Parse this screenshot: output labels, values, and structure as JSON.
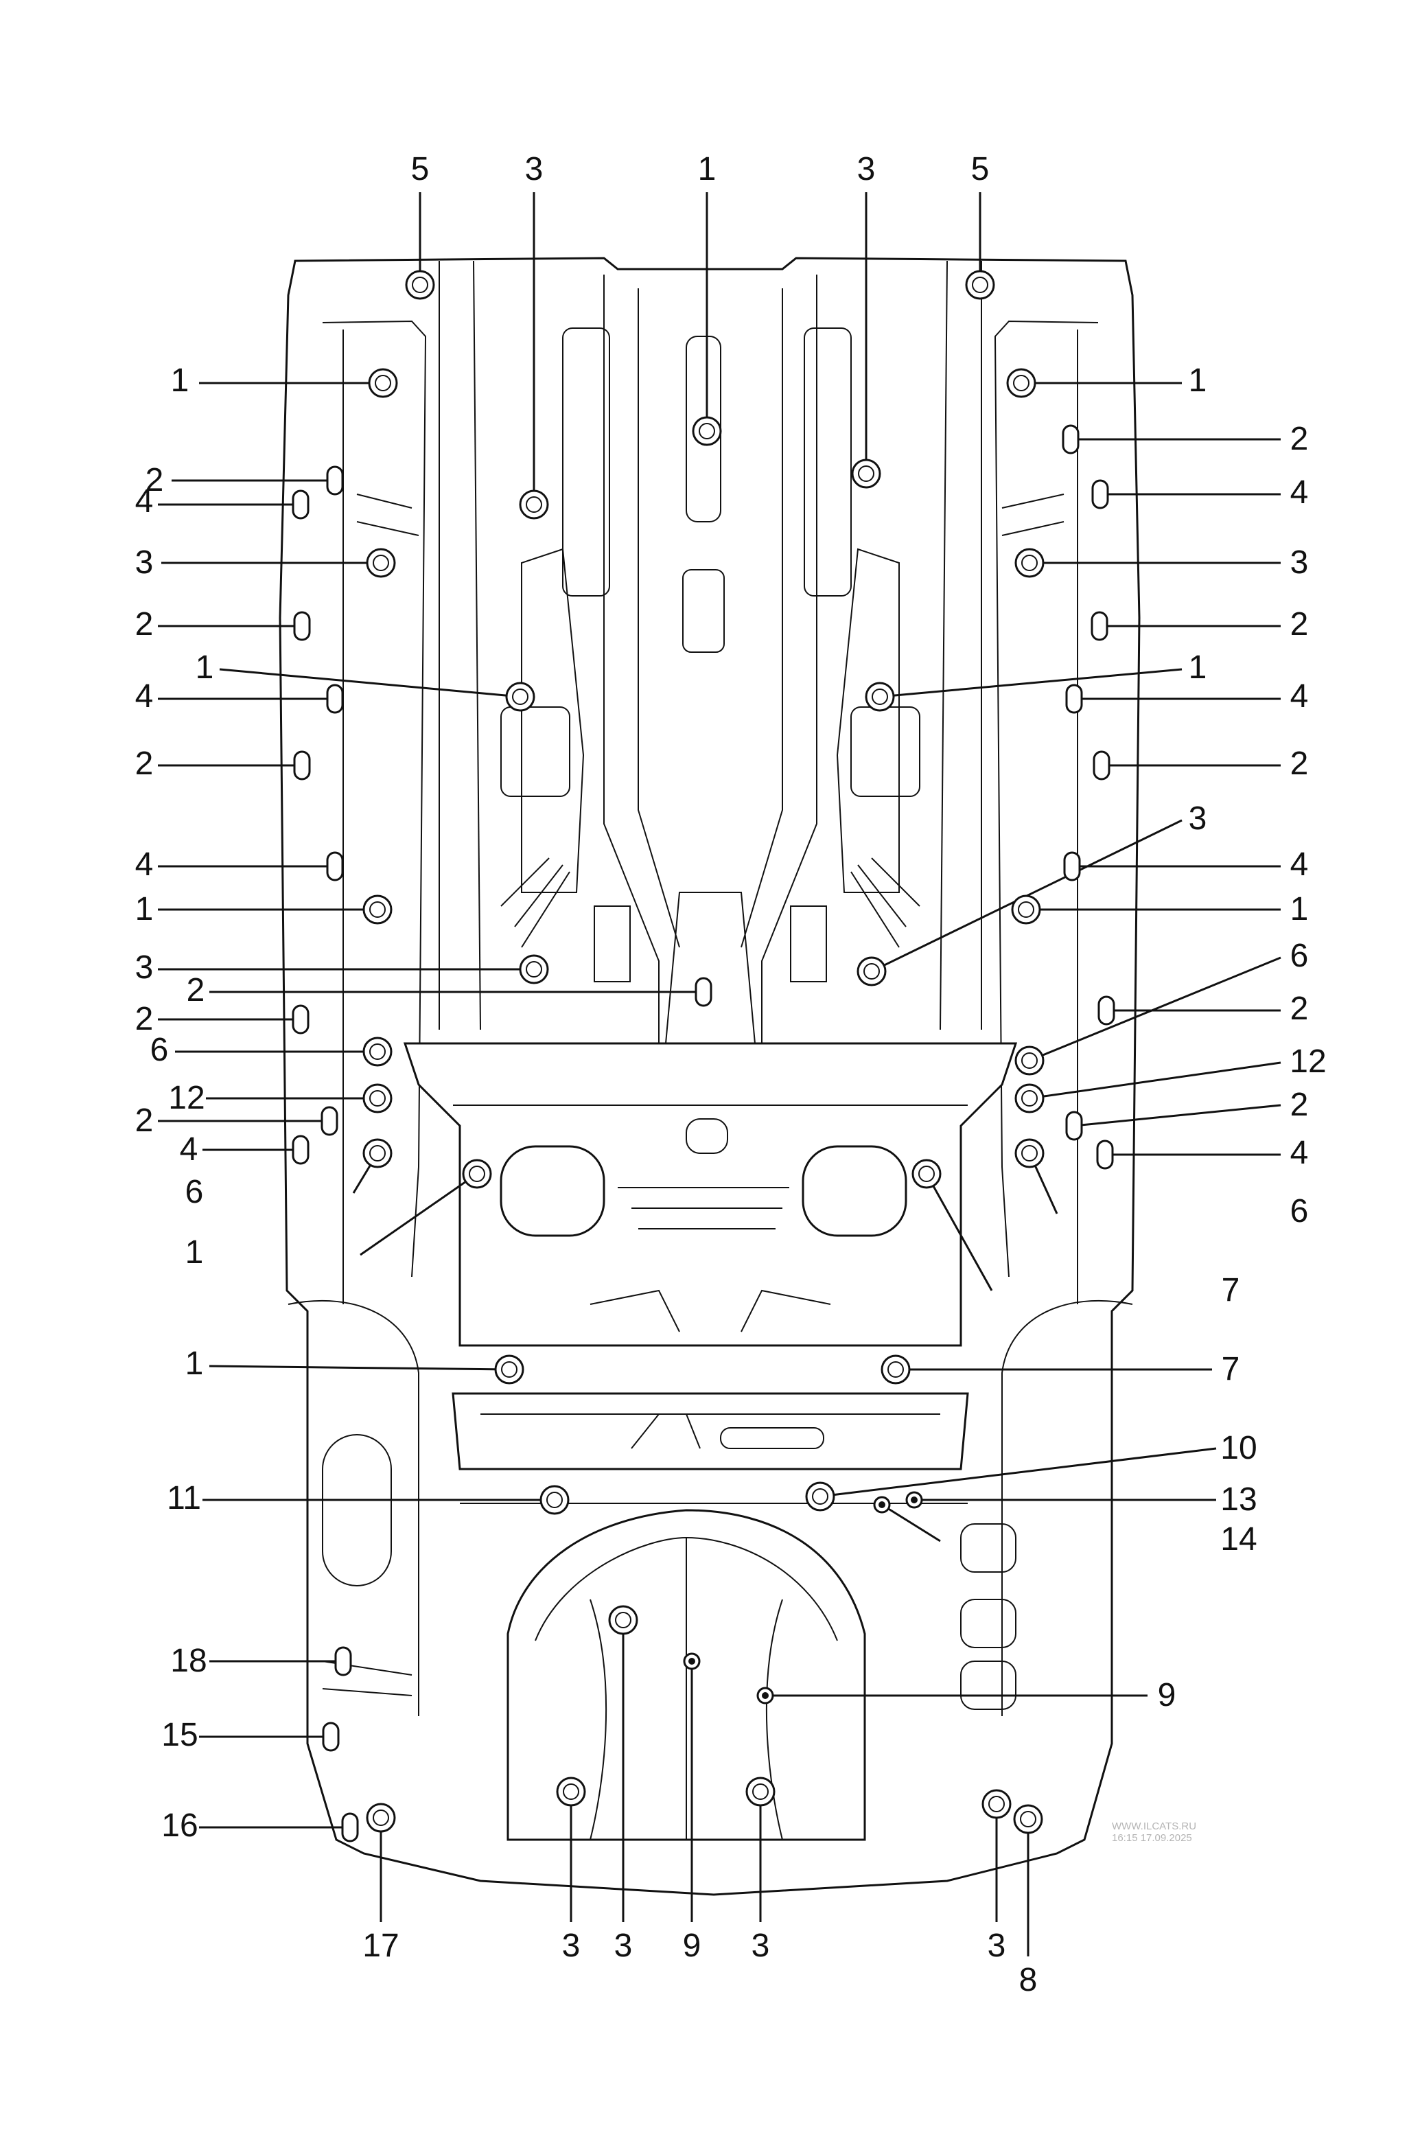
{
  "diagram": {
    "watermark": {
      "site": "WWW.ILCATS.RU",
      "timestamp": "16:15 17.09.2025"
    },
    "callouts": [
      "5",
      "3",
      "1",
      "3",
      "5",
      "1",
      "1",
      "2",
      "2",
      "4",
      "4",
      "3",
      "3",
      "2",
      "2",
      "1",
      "1",
      "4",
      "4",
      "2",
      "2",
      "3",
      "4",
      "4",
      "1",
      "1",
      "6",
      "3",
      "2",
      "2",
      "2",
      "6",
      "12",
      "12",
      "2",
      "2",
      "4",
      "4",
      "6",
      "6",
      "1",
      "7",
      "1",
      "7",
      "10",
      "11",
      "13",
      "14",
      "18",
      "9",
      "15",
      "16",
      "17",
      "3",
      "3",
      "9",
      "3",
      "3",
      "8"
    ]
  }
}
